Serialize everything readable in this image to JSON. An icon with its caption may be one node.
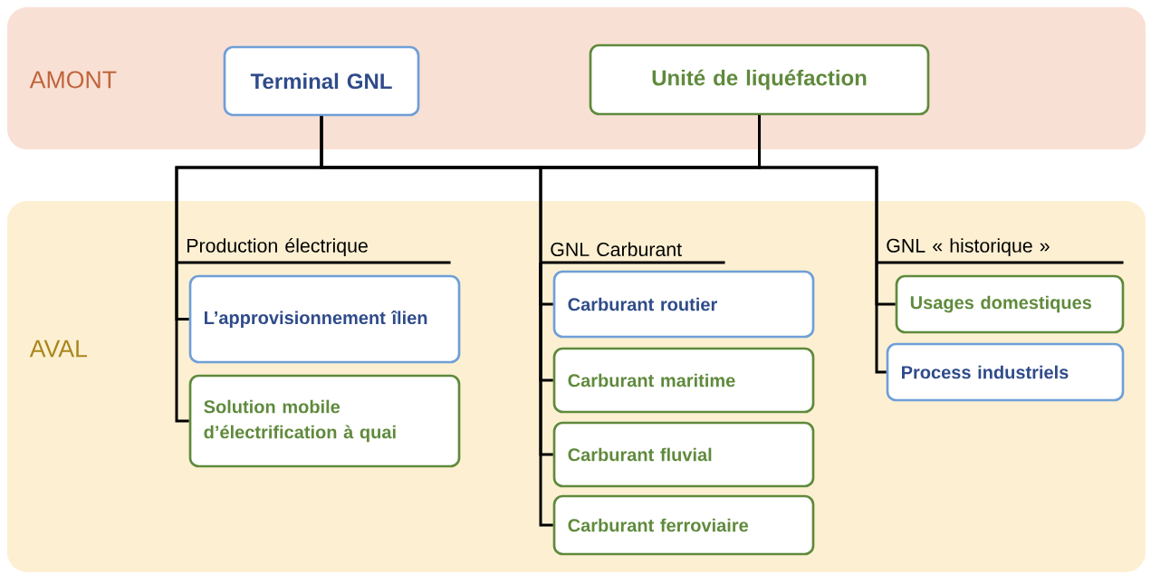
{
  "diagram": {
    "nodes": [
      {
        "text": [
          "AMONT"
        ]
      },
      {
        "text": [
          "Terminal GNL"
        ],
        "in": 0
      },
      {
        "text": [
          "Unité de liquéfaction"
        ],
        "in": 0
      },
      {
        "text": [
          "AVAL"
        ]
      },
      {
        "text": [
          "Production électrique"
        ],
        "in": 3
      },
      {
        "text": [
          "GNL Carburant"
        ],
        "in": 3
      },
      {
        "text": [
          "GNL « historique »"
        ],
        "in": 3
      },
      {
        "text": [
          "L’approvisionnement îlien"
        ],
        "in": 3
      },
      {
        "text": [
          "Solution mobile d’électrification à quai"
        ],
        "in": 3
      },
      {
        "text": [
          "Carburant routier"
        ],
        "in": 3
      },
      {
        "text": [
          "Carburant maritime"
        ],
        "in": 3
      },
      {
        "text": [
          "Carburant fluvial"
        ],
        "in": 3
      },
      {
        "text": [
          "Carburant ferroviaire"
        ],
        "in": 3
      },
      {
        "text": [
          "Usages domestiques"
        ],
        "in": 3
      },
      {
        "text": [
          "Process industriels"
        ],
        "in": 3
      }
    ],
    "edges": [
      {
        "from": 1,
        "to": 4,
        "arrow": "none"
      },
      {
        "from": 1,
        "to": 5,
        "arrow": "none"
      },
      {
        "from": 1,
        "to": 6,
        "arrow": "none"
      },
      {
        "from": 2,
        "to": 4,
        "arrow": "none"
      },
      {
        "from": 2,
        "to": 5,
        "arrow": "none"
      },
      {
        "from": 2,
        "to": 6,
        "arrow": "none"
      },
      {
        "from": 4,
        "to": 7,
        "arrow": "none"
      },
      {
        "from": 4,
        "to": 8,
        "arrow": "none"
      },
      {
        "from": 5,
        "to": 9,
        "arrow": "none"
      },
      {
        "from": 5,
        "to": 10,
        "arrow": "none"
      },
      {
        "from": 5,
        "to": 11,
        "arrow": "none"
      },
      {
        "from": 5,
        "to": 12,
        "arrow": "none"
      },
      {
        "from": 6,
        "to": 13,
        "arrow": "none"
      },
      {
        "from": 6,
        "to": 14,
        "arrow": "none"
      }
    ]
  }
}
